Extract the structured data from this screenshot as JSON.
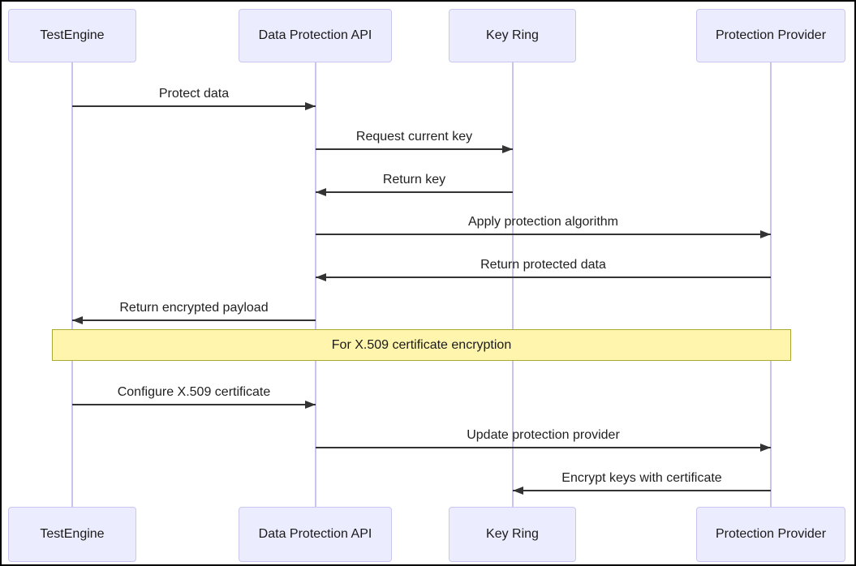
{
  "diagram": {
    "type": "sequence-diagram",
    "actors": [
      {
        "name": "TestEngine"
      },
      {
        "name": "Data Protection API"
      },
      {
        "name": "Key Ring"
      },
      {
        "name": "Protection Provider"
      }
    ],
    "messages": [
      {
        "from": "TestEngine",
        "to": "Data Protection API",
        "label": "Protect data",
        "direction": "right",
        "line": "solid"
      },
      {
        "from": "Data Protection API",
        "to": "Key Ring",
        "label": "Request current key",
        "direction": "right",
        "line": "solid"
      },
      {
        "from": "Key Ring",
        "to": "Data Protection API",
        "label": "Return key",
        "direction": "left",
        "line": "solid"
      },
      {
        "from": "Data Protection API",
        "to": "Protection Provider",
        "label": "Apply protection algorithm",
        "direction": "right",
        "line": "solid"
      },
      {
        "from": "Protection Provider",
        "to": "Data Protection API",
        "label": "Return protected data",
        "direction": "left",
        "line": "solid"
      },
      {
        "from": "Data Protection API",
        "to": "TestEngine",
        "label": "Return encrypted payload",
        "direction": "left",
        "line": "solid"
      },
      {
        "from": "TestEngine",
        "to": "Data Protection API",
        "label": "Configure X.509 certificate",
        "direction": "right",
        "line": "solid"
      },
      {
        "from": "Data Protection API",
        "to": "Protection Provider",
        "label": "Update protection provider",
        "direction": "right",
        "line": "solid"
      },
      {
        "from": "Protection Provider",
        "to": "Key Ring",
        "label": "Encrypt keys with certificate",
        "direction": "left",
        "line": "solid"
      }
    ],
    "note": {
      "label": "For X.509 certificate encryption",
      "scope": "over all actors"
    },
    "colors": {
      "actor_fill": "#ececff",
      "actor_border": "#cac6f2",
      "lifeline": "#cbc3ef",
      "arrow": "#333333",
      "note_fill": "#fff5ad",
      "note_border": "#aaaa33",
      "text": "#1a1a1a",
      "background": "#ffffff",
      "frame_border": "#000000"
    }
  }
}
